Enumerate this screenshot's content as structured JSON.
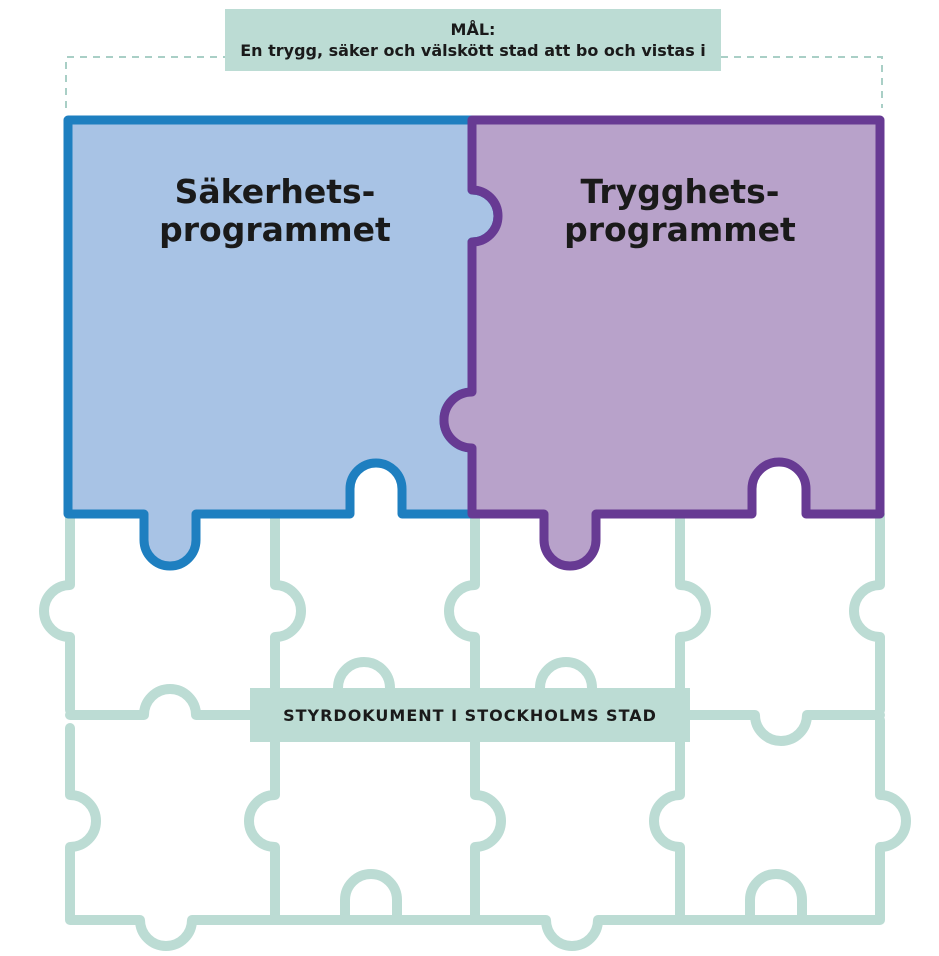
{
  "goal": {
    "heading": "MÅL:",
    "text": "En trygg, säker och välskött stad att bo och vistas i"
  },
  "programs": [
    {
      "title": "Säkerhets-\nprogrammet",
      "fill": "#a8c3e5",
      "stroke": "#1e7fc0"
    },
    {
      "title": "Trygghets-\nprogrammet",
      "fill": "#b8a2ca",
      "stroke": "#673a93"
    }
  ],
  "steering_label": "STYRDOKUMENT I STOCKHOLMS STAD",
  "colors": {
    "grid_stroke": "#bcdcd4",
    "bracket": "#a9cfc6"
  }
}
